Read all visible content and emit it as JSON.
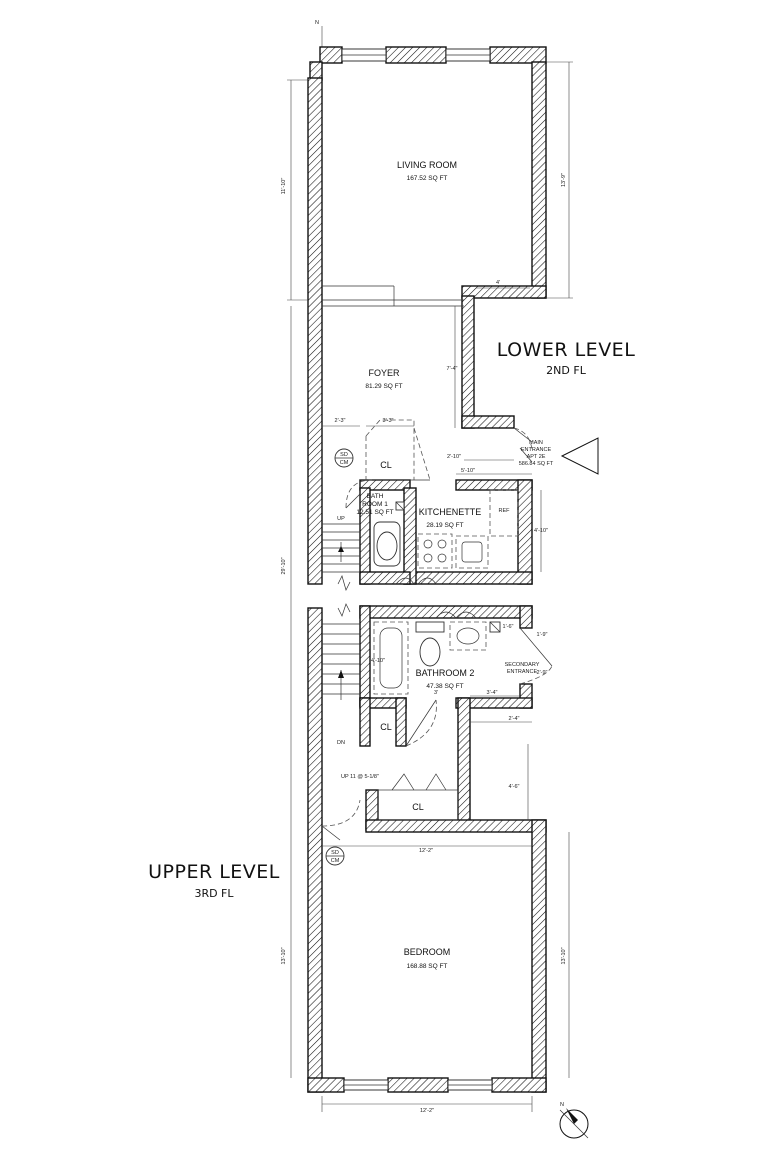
{
  "north_label": "N",
  "levels": {
    "lower": {
      "title": "LOWER LEVEL",
      "floor": "2ND FL"
    },
    "upper": {
      "title": "UPPER LEVEL",
      "floor": "3RD FL"
    }
  },
  "rooms": {
    "living_room": {
      "name": "LIVING ROOM",
      "area": "167.52 SQ FT"
    },
    "foyer": {
      "name": "FOYER",
      "area": "81.29 SQ FT"
    },
    "kitchenette": {
      "name": "KITCHENETTE",
      "area": "28.19 SQ FT"
    },
    "bath1": {
      "name_line1": "BATH",
      "name_line2": "ROOM 1",
      "area": "12.51 SQ FT"
    },
    "bath2": {
      "name": "BATHROOM 2",
      "area": "47.38 SQ FT"
    },
    "bedroom": {
      "name": "BEDROOM",
      "area": "168.88 SQ FT"
    }
  },
  "closet_label": "CL",
  "ref_label": "REF",
  "smoke_detector": {
    "line1": "SD",
    "line2": "CM"
  },
  "main_entrance": {
    "line1": "MAIN",
    "line2": "ENTRANCE",
    "line3": "APT 2E",
    "area": "586.84 SQ FT"
  },
  "secondary_entrance": {
    "line1": "SECONDARY",
    "line2": "ENTRANCE"
  },
  "stairs": {
    "up": "UP",
    "dn": "DN",
    "note": "UP 11 @ 5-1/8\""
  },
  "dimensions": {
    "living_left": "11'-10\"",
    "living_right": "13'-9\"",
    "overall_left": "29'-10\"",
    "step_4": "4'",
    "foyer_7_4": "7'-4\"",
    "foyer_2_3": "2'-3\"",
    "foyer_3_3": "3'-3\"",
    "entry_2_10": "2'-10\"",
    "kitchen_5_10": "5'-10\"",
    "kitchen_4_10": "4'-10\"",
    "bath2_4_10": "4'-10\"",
    "bath2_1_6": "1'-6\"",
    "bath2_1_9": "1'-9\"",
    "bath2_2_9": "2'-9\"",
    "bath2_3": "3'",
    "bath2_3_4": "3'-4\"",
    "hall_2_4": "2'-4\"",
    "hall_4_6": "4'-6\"",
    "bedroom_top": "12'-2\"",
    "bedroom_left": "13'-10\"",
    "bedroom_right": "13'-10\"",
    "bedroom_bottom": "12'-2\""
  }
}
